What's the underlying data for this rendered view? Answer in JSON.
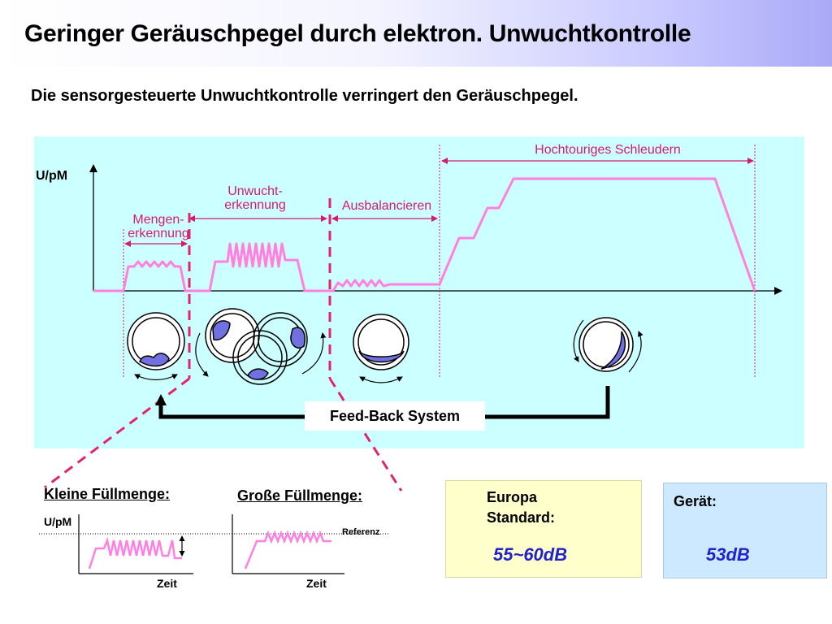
{
  "title": "Geringer Geräuschpegel durch elektron. Unwuchtkontrolle",
  "subtitle": "Die sensorgesteuerte Unwuchtkontrolle verringert den Geräuschpegel.",
  "diagram": {
    "y_axis_label": "U/pM",
    "phases": {
      "mengen_line1": "Mengen-",
      "mengen_line2": "erkennung",
      "unwucht_line1": "Unwucht-",
      "unwucht_line2": "erkennung",
      "ausbalancieren": "Ausbalancieren",
      "hochtourig": "Hochtouriges Schleudern"
    },
    "feedback_label": "Feed-Back System"
  },
  "small_charts": {
    "left_heading": "Kleine Füllmenge:",
    "right_heading": "Große Füllmenge:",
    "y_label": "U/pM",
    "x_label_left": "Zeit",
    "x_label_right": "Zeit",
    "reference_label": "Referenz"
  },
  "europe_box": {
    "line1": "Europa",
    "line2": "Standard:",
    "value": "55~60dB"
  },
  "device_box": {
    "label": "Gerät:",
    "value": "53dB"
  },
  "colors": {
    "panel_bg": "#ccffff",
    "curve": "#ff80e0",
    "label_pink": "#d61a6e",
    "dashed_line": "#e0256e",
    "drum_fill": "#7070e0",
    "europe_bg": "#ffffcc",
    "device_bg": "#cce9ff",
    "value_blue": "#2222cc"
  }
}
